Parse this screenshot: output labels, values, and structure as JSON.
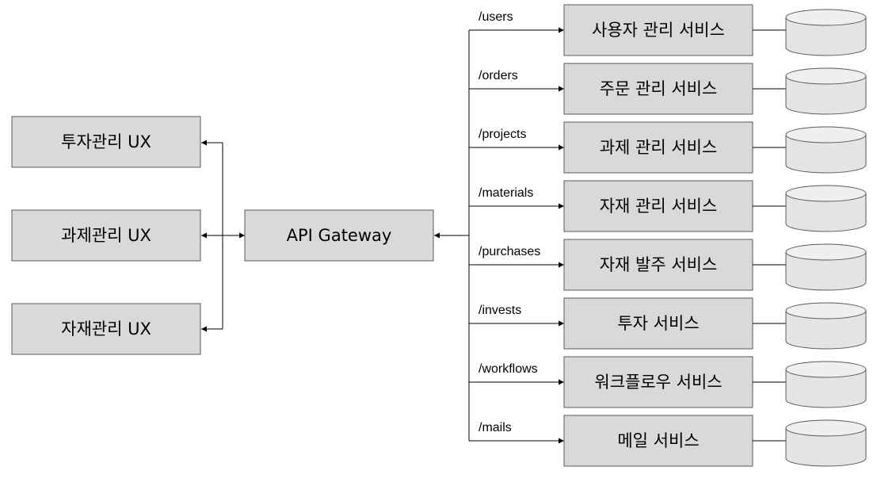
{
  "ux_clients": [
    {
      "label": "투자관리 UX"
    },
    {
      "label": "과제관리 UX"
    },
    {
      "label": "자재관리 UX"
    }
  ],
  "gateway": {
    "label": "API Gateway"
  },
  "services": [
    {
      "route": "/users",
      "label": "사용자 관리 서비스"
    },
    {
      "route": "/orders",
      "label": "주문 관리 서비스"
    },
    {
      "route": "/projects",
      "label": "과제 관리 서비스"
    },
    {
      "route": "/materials",
      "label": "자재 관리 서비스"
    },
    {
      "route": "/purchases",
      "label": "자재 발주 서비스"
    },
    {
      "route": "/invests",
      "label": "투자 서비스"
    },
    {
      "route": "/workflows",
      "label": "워크플로우 서비스"
    },
    {
      "route": "/mails",
      "label": "메일 서비스"
    }
  ]
}
